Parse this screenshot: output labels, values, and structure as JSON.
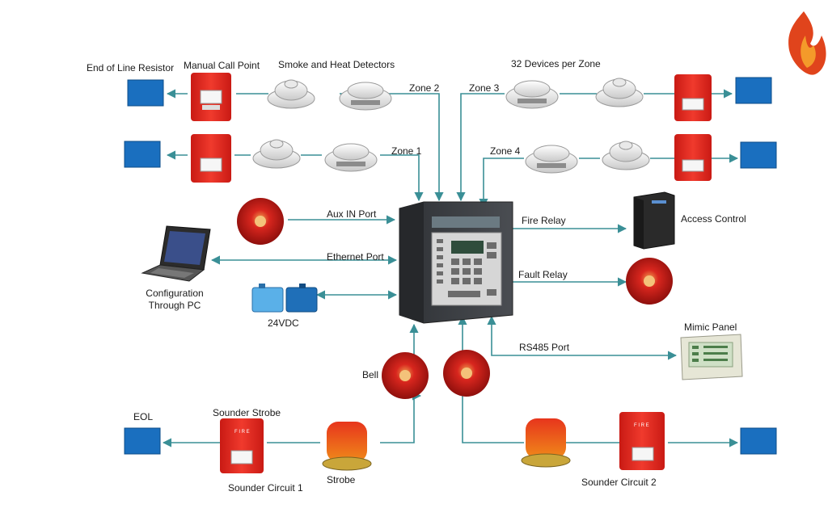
{
  "labels": {
    "eol_resistor": "End of Line Resistor",
    "manual_call_point": "Manual Call Point",
    "smoke_heat": "Smoke and Heat Detectors",
    "devices_per_zone": "32 Devices per Zone",
    "zone1": "Zone 1",
    "zone2": "Zone 2",
    "zone3": "Zone 3",
    "zone4": "Zone 4",
    "aux_in": "Aux IN Port",
    "ethernet": "Ethernet Port",
    "config_pc_line1": "Configuration",
    "config_pc_line2": "Through PC",
    "vdc": "24VDC",
    "fire_relay": "Fire Relay",
    "access_control": "Access Control",
    "fault_relay": "Fault Relay",
    "rs485": "RS485 Port",
    "mimic_panel": "Mimic Panel",
    "bell": "Bell",
    "eol": "EOL",
    "sounder_strobe": "Sounder Strobe",
    "sounder_circuit_1": "Sounder Circuit 1",
    "strobe": "Strobe",
    "sounder_circuit_2": "Sounder Circuit 2"
  },
  "icons": {
    "logo": "flame-logo-icon",
    "panel": "fire-alarm-control-panel-icon",
    "detector": "smoke-detector-icon",
    "call_point": "manual-call-point-icon",
    "bell": "alarm-bell-icon",
    "strobe": "beacon-strobe-icon",
    "laptop": "laptop-icon",
    "battery": "battery-icon",
    "server": "access-control-icon",
    "mimic": "mimic-panel-icon",
    "resistor": "end-of-line-box-icon"
  },
  "colors": {
    "line": "#3a8f96",
    "eol_box": "#1a6fbf",
    "device_red": "#e0241b",
    "panel": "#3b3e42"
  }
}
